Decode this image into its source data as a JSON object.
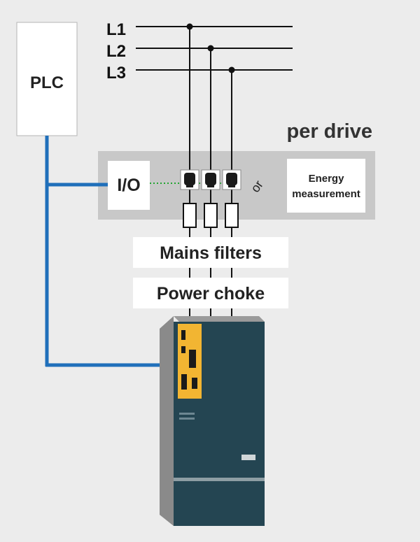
{
  "phases": [
    "L1",
    "L2",
    "L3"
  ],
  "plc": {
    "label": "PLC"
  },
  "per_drive": {
    "label": "per drive"
  },
  "io": {
    "label": "I/O"
  },
  "or_label": "or",
  "energy": {
    "line1": "Energy",
    "line2": "measurement"
  },
  "mains_filters": {
    "label": "Mains filters"
  },
  "power_choke": {
    "label": "Power choke"
  },
  "colors": {
    "background": "#ececec",
    "panel": "#c8c8c8",
    "box": "#ffffff",
    "line": "#111111",
    "plc_bus": "#1f6fba",
    "signal": "#22a531",
    "drive_body": "#244552",
    "drive_accent": "#f2b532",
    "text": "#222222",
    "per_drive_text": "#333333"
  }
}
